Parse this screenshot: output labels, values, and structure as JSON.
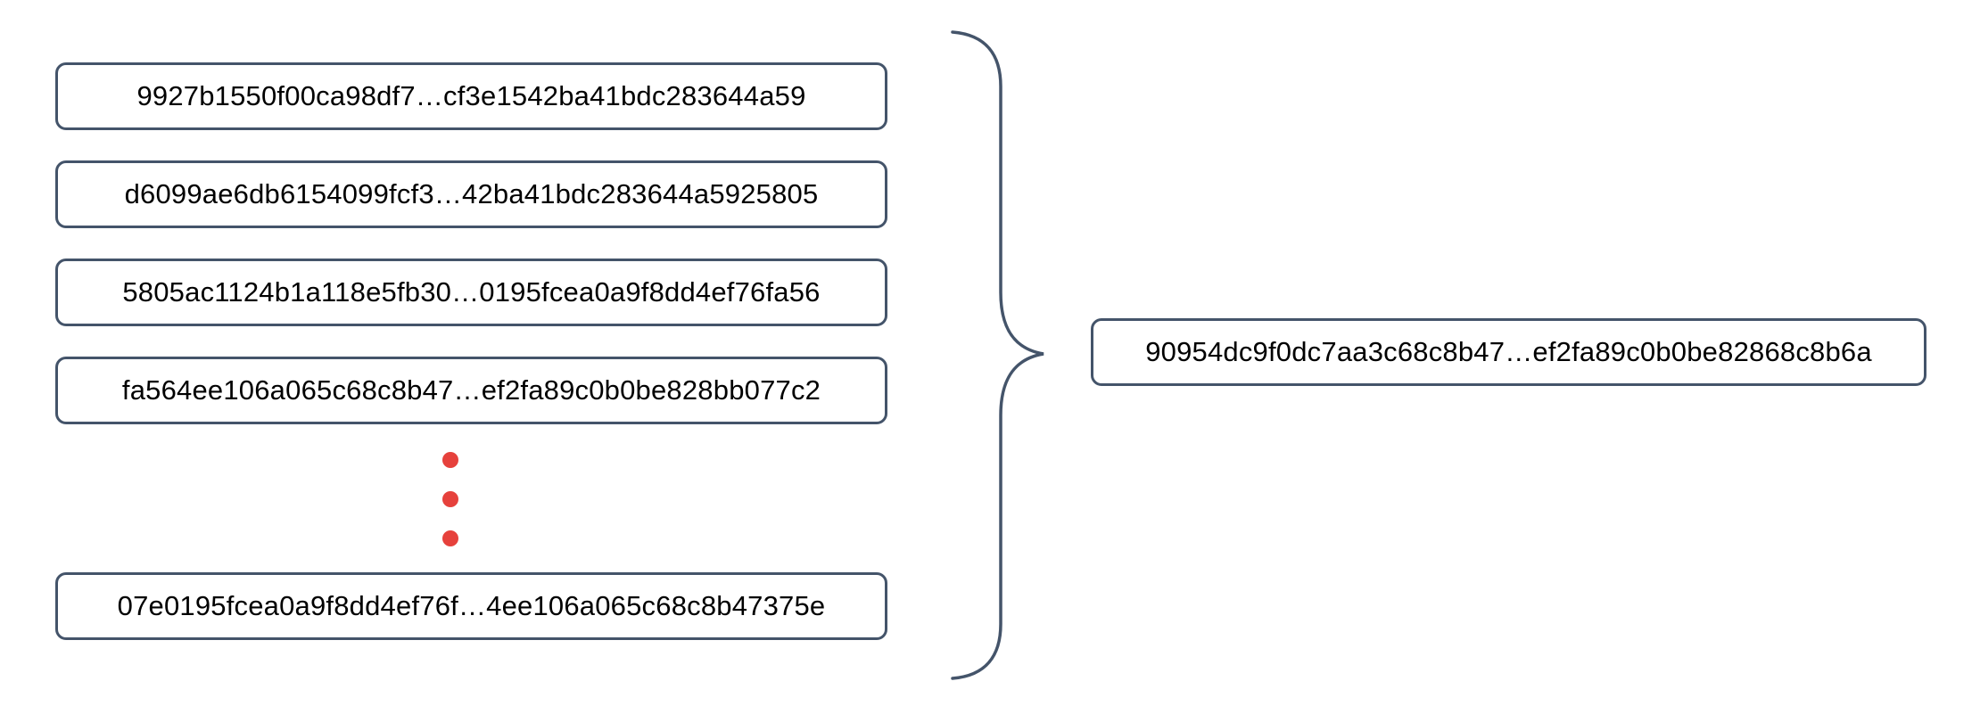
{
  "diagram": {
    "input_hashes": [
      "9927b1550f00ca98df7…cf3e1542ba41bdc283644a59",
      "d6099ae6db6154099fcf3…42ba41bdc283644a5925805",
      "5805ac1124b1a118e5fb30…0195fcea0a9f8dd4ef76fa56",
      "fa564ee106a065c68c8b47…ef2fa89c0b0be828bb077c2",
      "07e0195fcea0a9f8dd4ef76f…4ee106a065c68c8b47375e"
    ],
    "output_hash": "90954dc9f0dc7aa3c68c8b47…ef2fa89c0b0be82868c8b6a",
    "ellipsis_dot_count": 3,
    "icons": {
      "brace": "curly-brace-icon",
      "ellipsis": "vertical-ellipsis-dots"
    },
    "colors": {
      "outline": "#44546a",
      "dots": "#e6413c",
      "text": "#000000",
      "background": "#ffffff"
    }
  }
}
